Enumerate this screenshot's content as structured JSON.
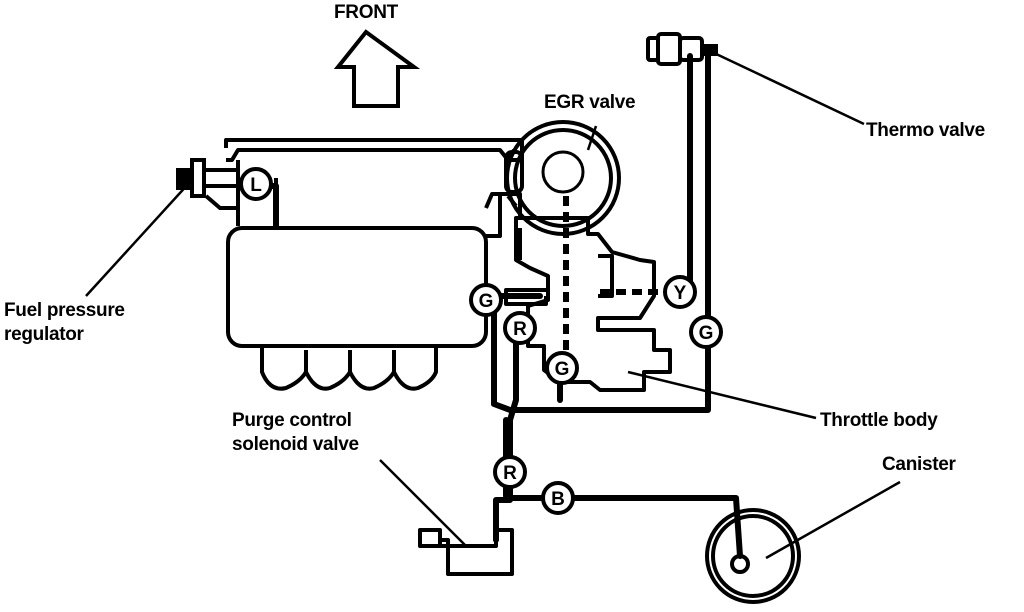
{
  "labels": {
    "front": "FRONT",
    "egr_valve": "EGR valve",
    "thermo_valve": "Thermo valve",
    "fuel_pressure_regulator_line1": "Fuel pressure",
    "fuel_pressure_regulator_line2": "regulator",
    "throttle_body": "Throttle body",
    "purge_control_line1": "Purge control",
    "purge_control_line2": "solenoid valve",
    "canister": "Canister"
  },
  "hose_codes": {
    "l": "L",
    "g_left": "G",
    "r_upper": "R",
    "g_lower": "G",
    "y": "Y",
    "g_right": "G",
    "r_lower": "R",
    "b": "B"
  },
  "colors": {
    "ink": "#000000",
    "paper": "#ffffff"
  }
}
